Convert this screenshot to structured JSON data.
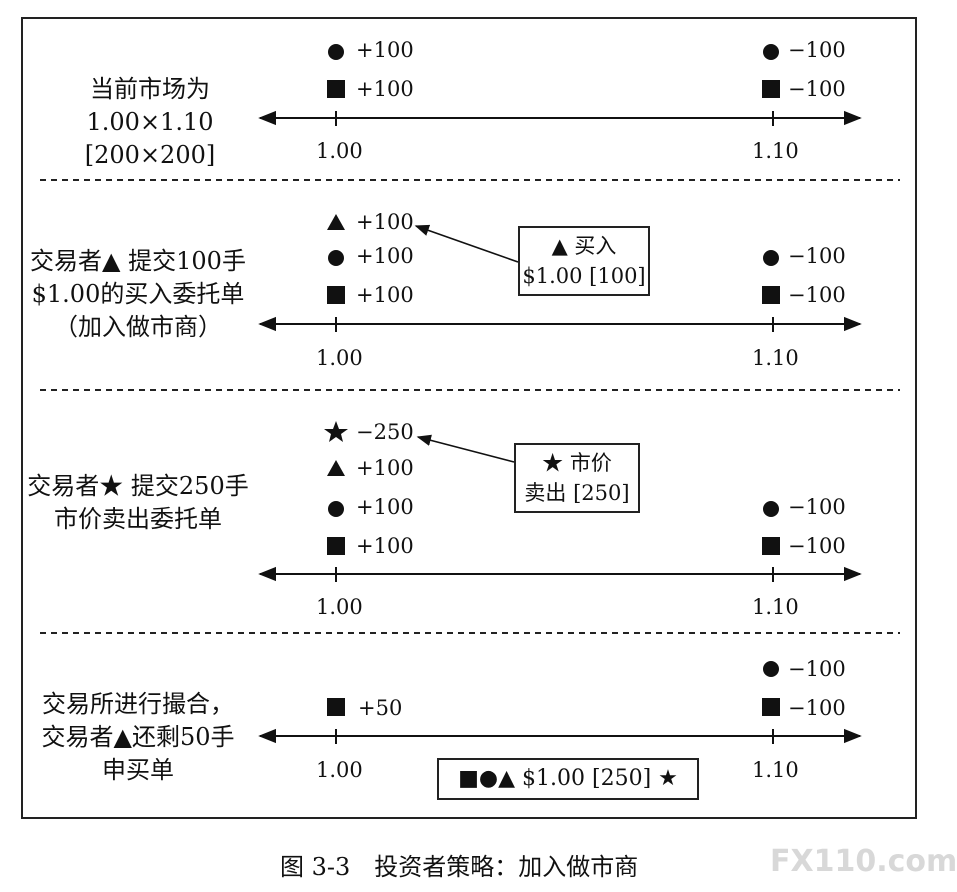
{
  "panels": [
    {
      "label_lines": [
        "当前市场为",
        "1.00×1.10",
        "[200×200]"
      ],
      "left_orders": [
        {
          "shape": "circle",
          "value": "+100"
        },
        {
          "shape": "square",
          "value": "+100"
        }
      ],
      "right_orders": [
        {
          "shape": "circle",
          "value": "−100"
        },
        {
          "shape": "square",
          "value": "−100"
        }
      ],
      "tick_left": "1.00",
      "tick_right": "1.10"
    },
    {
      "label_lines": [
        "交易者▲ 提交100手",
        "$1.00的买入委托单",
        "（加入做市商）"
      ],
      "left_orders": [
        {
          "shape": "triangle",
          "value": "+100"
        },
        {
          "shape": "circle",
          "value": "+100"
        },
        {
          "shape": "square",
          "value": "+100"
        }
      ],
      "right_orders": [
        {
          "shape": "circle",
          "value": "−100"
        },
        {
          "shape": "square",
          "value": "−100"
        }
      ],
      "callout_lines": [
        "▲ 买入",
        "$1.00 [100]"
      ],
      "tick_left": "1.00",
      "tick_right": "1.10"
    },
    {
      "label_lines": [
        "交易者★ 提交250手",
        "市价卖出委托单"
      ],
      "left_orders": [
        {
          "shape": "star",
          "value": "−250"
        },
        {
          "shape": "triangle",
          "value": "+100"
        },
        {
          "shape": "circle",
          "value": "+100"
        },
        {
          "shape": "square",
          "value": "+100"
        }
      ],
      "right_orders": [
        {
          "shape": "circle",
          "value": "−100"
        },
        {
          "shape": "square",
          "value": "−100"
        }
      ],
      "callout_lines": [
        "★ 市价",
        "卖出 [250]"
      ],
      "tick_left": "1.00",
      "tick_right": "1.10"
    },
    {
      "label_lines": [
        "交易所进行撮合，",
        "交易者▲还剩50手",
        "申买单"
      ],
      "left_orders": [
        {
          "shape": "square",
          "value": "+50"
        }
      ],
      "right_orders": [
        {
          "shape": "circle",
          "value": "−100"
        },
        {
          "shape": "square",
          "value": "−100"
        }
      ],
      "result": "■●▲ $1.00 [250] ★",
      "tick_left": "1.00",
      "tick_right": "1.10"
    }
  ],
  "caption": "图 3-3　投资者策略：加入做市商",
  "watermark": "FX110.com"
}
